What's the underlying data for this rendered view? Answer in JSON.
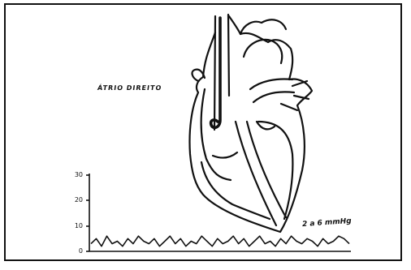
{
  "diagram": {
    "label_chamber": "ÁTRIO DIREITO",
    "label_pressure": "2 a 6 mmHg",
    "yaxis_ticks": [
      "30",
      "20",
      "10",
      "0"
    ],
    "line_color": "#111111",
    "background_color": "#ffffff",
    "trace_values": [
      3,
      5,
      2,
      6,
      3,
      4,
      2,
      5,
      3,
      6,
      4,
      3,
      5,
      2,
      4,
      6,
      3,
      5,
      2,
      4,
      3,
      6,
      4,
      2,
      5,
      3,
      4,
      6,
      3,
      5,
      2,
      4,
      6,
      3,
      4,
      2,
      5,
      3,
      6,
      4,
      3,
      5,
      4,
      2,
      5,
      3,
      4,
      6,
      5,
      3
    ],
    "yaxis_range": [
      0,
      30
    ]
  }
}
